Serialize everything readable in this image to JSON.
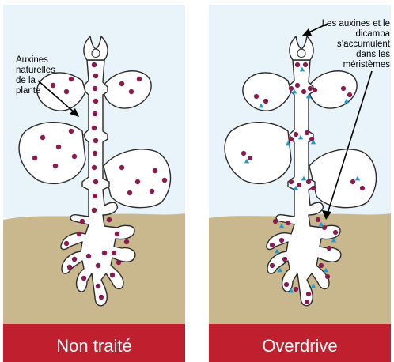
{
  "panels": [
    {
      "label": "Non traité"
    },
    {
      "label": "Overdrive"
    }
  ],
  "annotations": {
    "left": [
      "Auxines",
      "naturelles",
      "de la",
      "plante"
    ],
    "right": [
      "Les auxines et le",
      "dicamba",
      "s’accumulent",
      "dans les",
      "méristèmes"
    ]
  },
  "colors": {
    "sky": "#e8f3fa",
    "soil": "#c9b88e",
    "banner": "#c0202e",
    "plant_fill": "#ffffff",
    "plant_stroke": "#2a2a2a",
    "auxin_dot": "#8a1a4f",
    "dicamba_triangle": "#1b9ad6"
  },
  "legend_glyphs": {
    "auxin": "dot",
    "dicamba": "triangle"
  }
}
